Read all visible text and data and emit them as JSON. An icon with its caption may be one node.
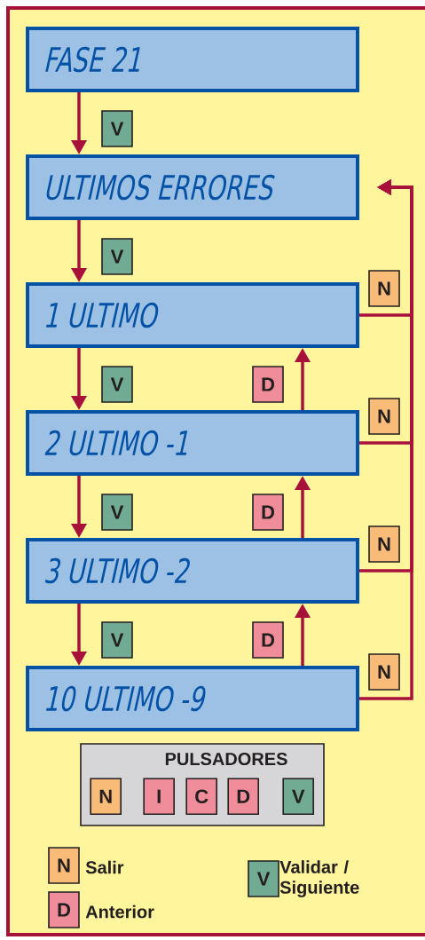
{
  "diagram": {
    "nodes": [
      {
        "text": [
          "FASE 21"
        ]
      },
      {
        "text": [
          "ULTIMOS ERRORES"
        ]
      },
      {
        "text": [
          "1  ULTIMO"
        ]
      },
      {
        "text": [
          "2  ULTIMO -1"
        ]
      },
      {
        "text": [
          "3 ULTIMO  -2"
        ]
      },
      {
        "text": [
          "10 ULTIMO  -9"
        ]
      },
      {
        "text": [
          "PULSADORES"
        ]
      },
      {
        "text": [
          "N"
        ],
        "in": 6
      },
      {
        "text": [
          "I"
        ],
        "in": 6
      },
      {
        "text": [
          "C"
        ],
        "in": 6
      },
      {
        "text": [
          "D"
        ],
        "in": 6
      },
      {
        "text": [
          "V"
        ],
        "in": 6
      }
    ],
    "edges": [
      {
        "from": 0,
        "to": 1,
        "arrow": "to",
        "label": "V"
      },
      {
        "from": 1,
        "to": 2,
        "arrow": "to",
        "label": "V"
      },
      {
        "from": 2,
        "to": 3,
        "arrow": "to",
        "label": "V"
      },
      {
        "from": 3,
        "to": 2,
        "arrow": "to",
        "label": "D"
      },
      {
        "from": 3,
        "to": 4,
        "arrow": "to",
        "label": "V"
      },
      {
        "from": 4,
        "to": 3,
        "arrow": "to",
        "label": "D"
      },
      {
        "from": 4,
        "to": 5,
        "arrow": "to",
        "label": "V"
      },
      {
        "from": 5,
        "to": 4,
        "arrow": "to",
        "label": "D"
      },
      {
        "from": 2,
        "to": 1,
        "arrow": "to",
        "label": "N"
      },
      {
        "from": 3,
        "to": 1,
        "arrow": "to",
        "label": "N"
      },
      {
        "from": 4,
        "to": 1,
        "arrow": "to",
        "label": "N"
      },
      {
        "from": 5,
        "to": 1,
        "arrow": "to",
        "label": "N"
      }
    ],
    "labels": [
      "N",
      "V",
      "D"
    ],
    "legend": [
      {
        "text": "Salir",
        "color": "#f9bb78"
      },
      {
        "text": "Validar / Siguiente",
        "color": "#72ab94"
      },
      {
        "text": "Anterior",
        "color": "#f08d9a"
      }
    ]
  }
}
